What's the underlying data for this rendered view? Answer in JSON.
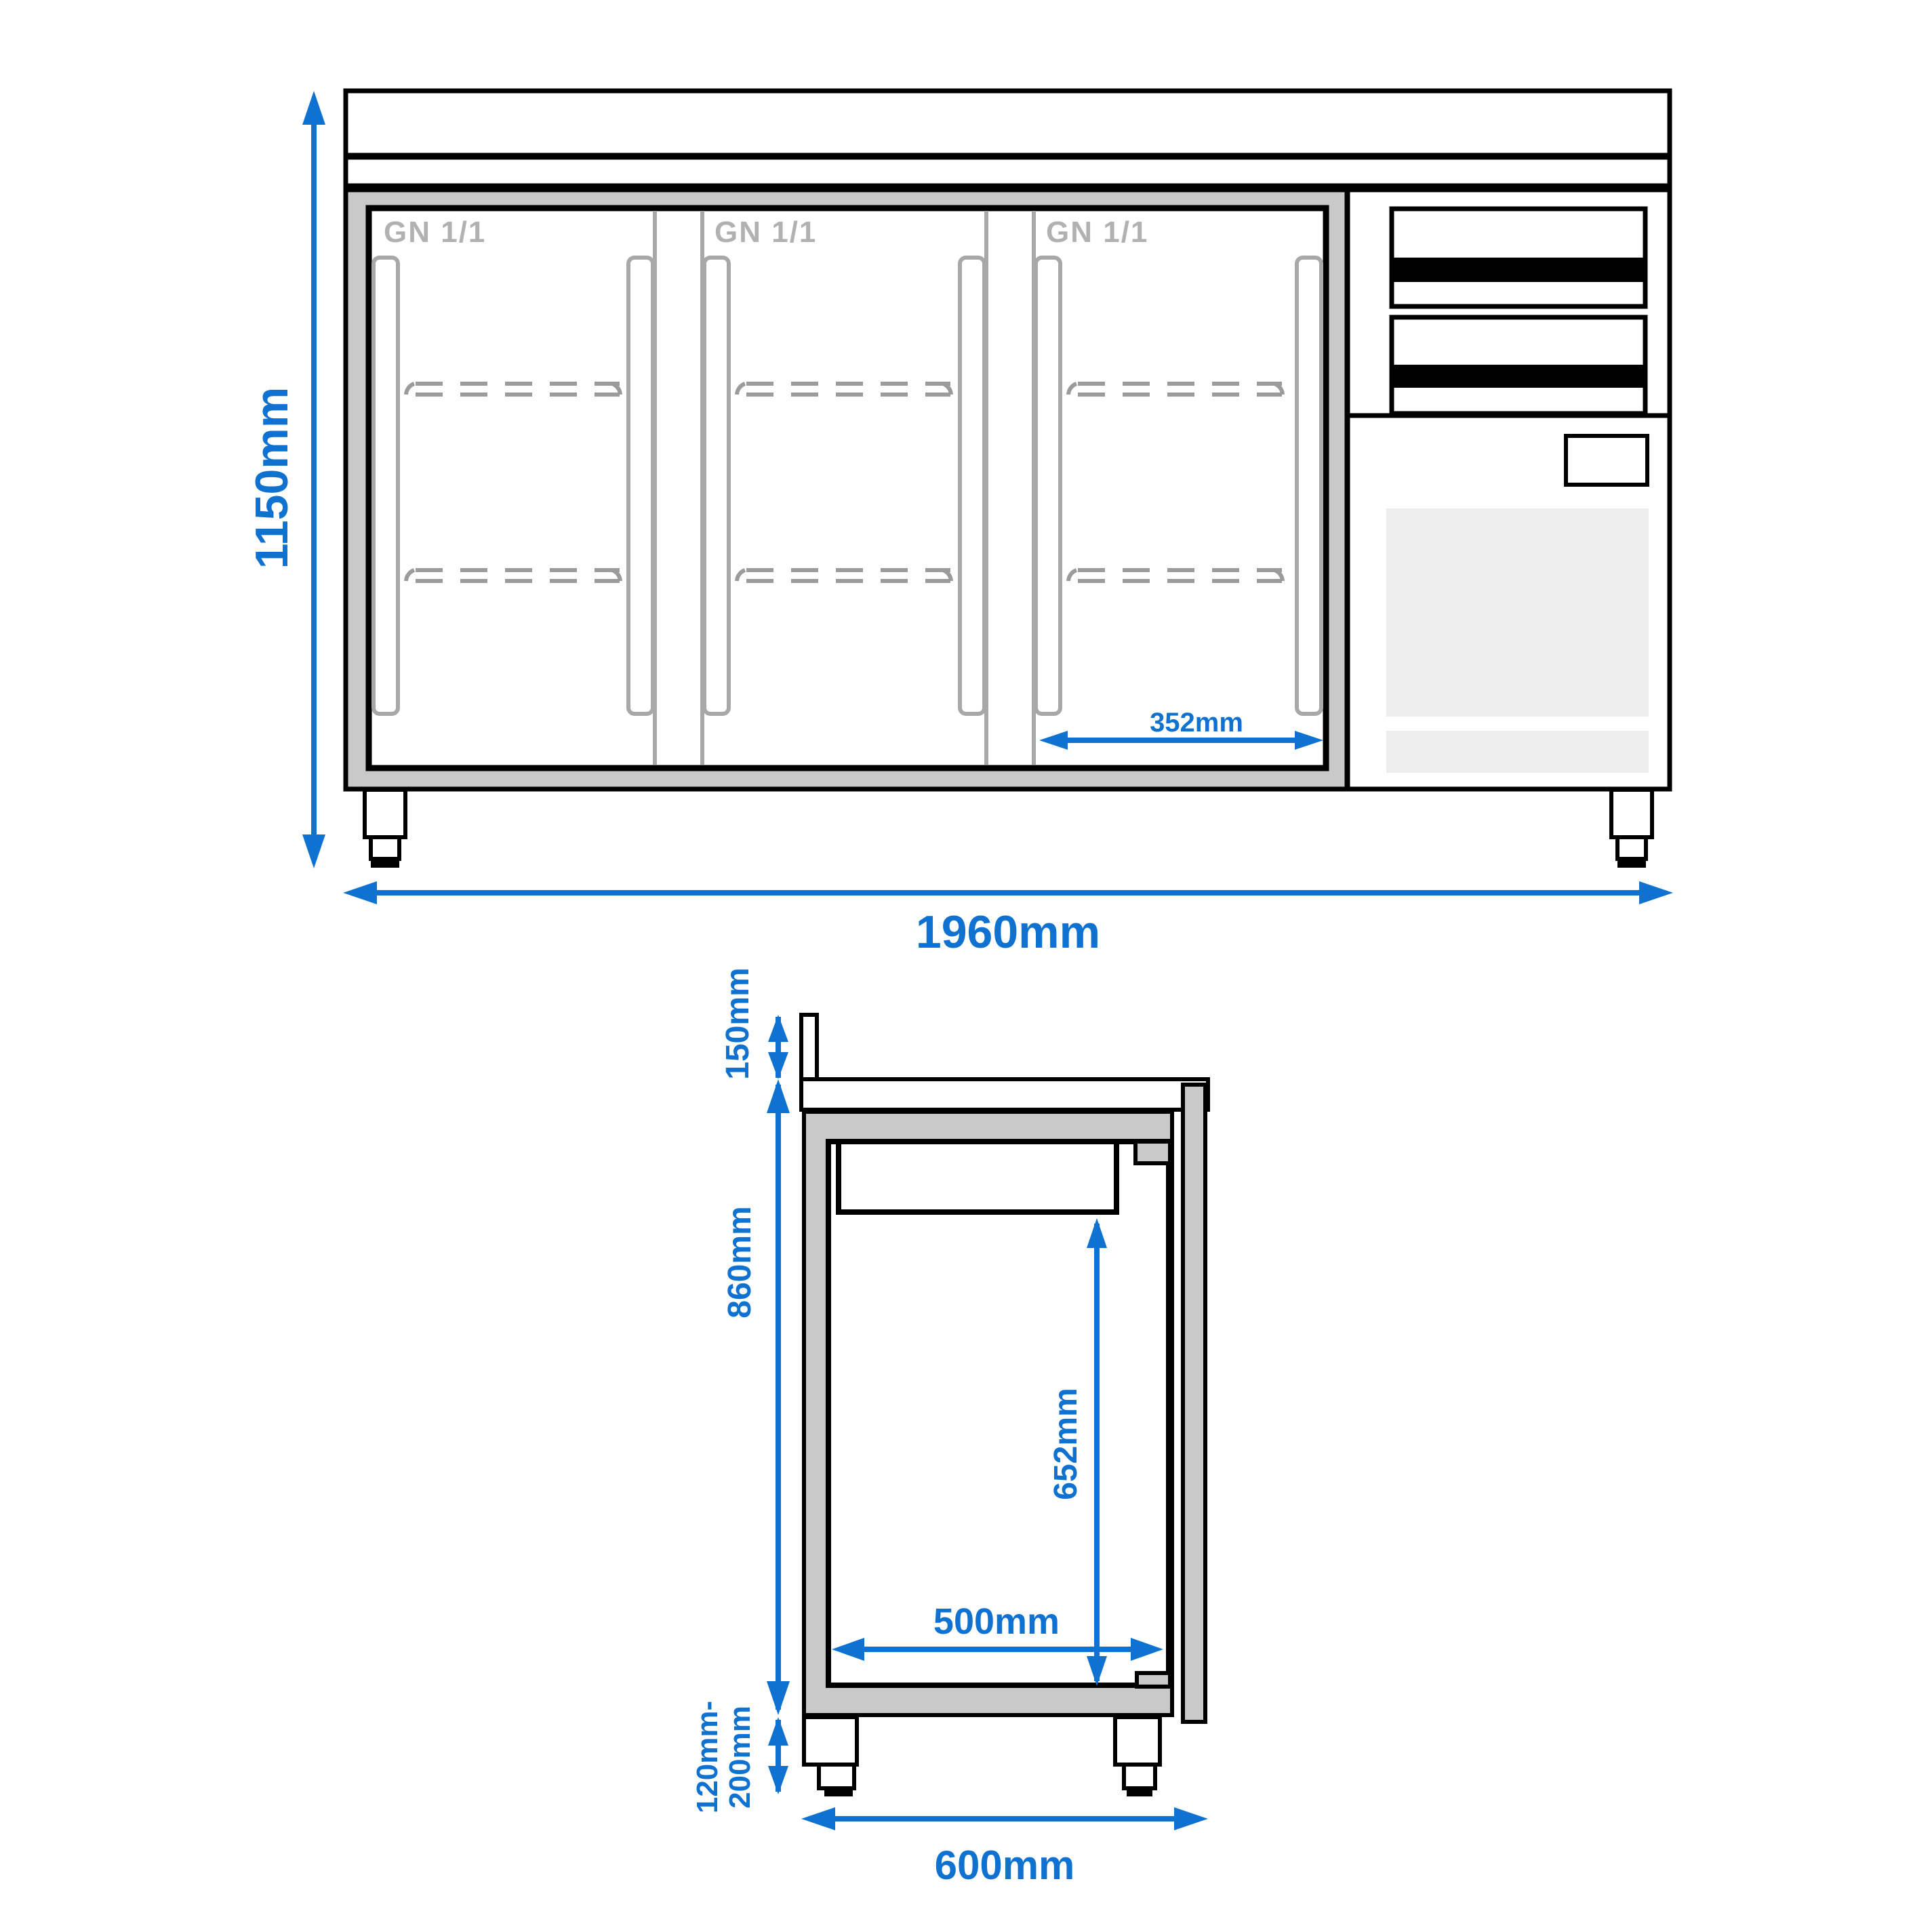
{
  "front_view": {
    "doors": [
      {
        "label": "GN 1/1"
      },
      {
        "label": "GN 1/1"
      },
      {
        "label": "GN 1/1"
      }
    ],
    "dims": {
      "overall_height": "1150mm",
      "overall_width": "1960mm",
      "door_interior_width": "352mm"
    }
  },
  "side_view": {
    "dims": {
      "backsplash_height": "150mm",
      "body_height": "860mm",
      "interior_height": "652mm",
      "interior_width": "500mm",
      "leg_height_line1": "120mm-",
      "leg_height_line2": "200mm",
      "overall_depth": "600mm"
    }
  },
  "colors": {
    "dimension_blue": "#0f72d0",
    "frame_gray": "#c9c9c9",
    "panel_light_gray": "#ededed",
    "outline_black": "#000000",
    "door_outline_gray": "#a8a8a8",
    "shelf_dash_gray": "#9b9b9b",
    "gn_label_gray": "#b1b1b1"
  }
}
